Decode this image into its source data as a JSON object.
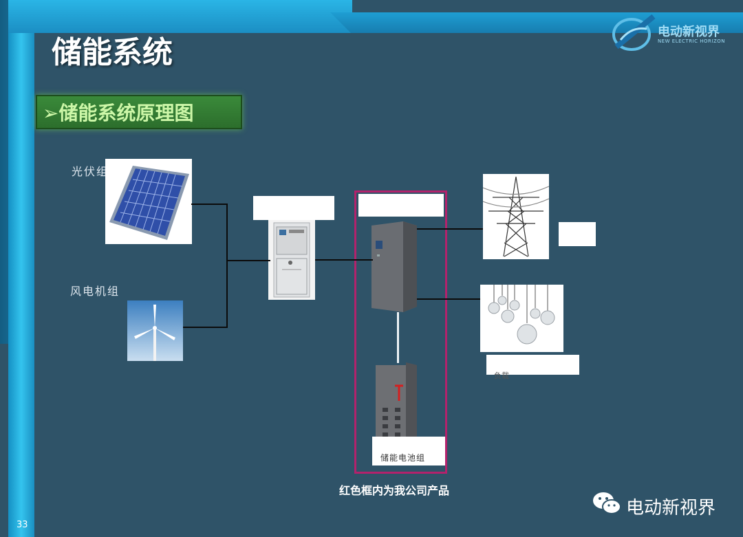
{
  "title": "储能系统",
  "subtitle": "➢储能系统原理图",
  "logo": {
    "name": "电动新视界",
    "tagline": "NEW ELECTRIC HORIZON"
  },
  "labels": {
    "pv": "光伏组",
    "wind": "风电机组",
    "battery": "储能电池组",
    "load": "负载"
  },
  "caption": "红色框内为我公司产品",
  "page_number": "33",
  "watermark": "电动新视界",
  "colors": {
    "background": "#2f5368",
    "frame": "#1e9ed3",
    "highlight_frame": "#b3226c",
    "subtitle_bg": "#2c6e2c"
  }
}
